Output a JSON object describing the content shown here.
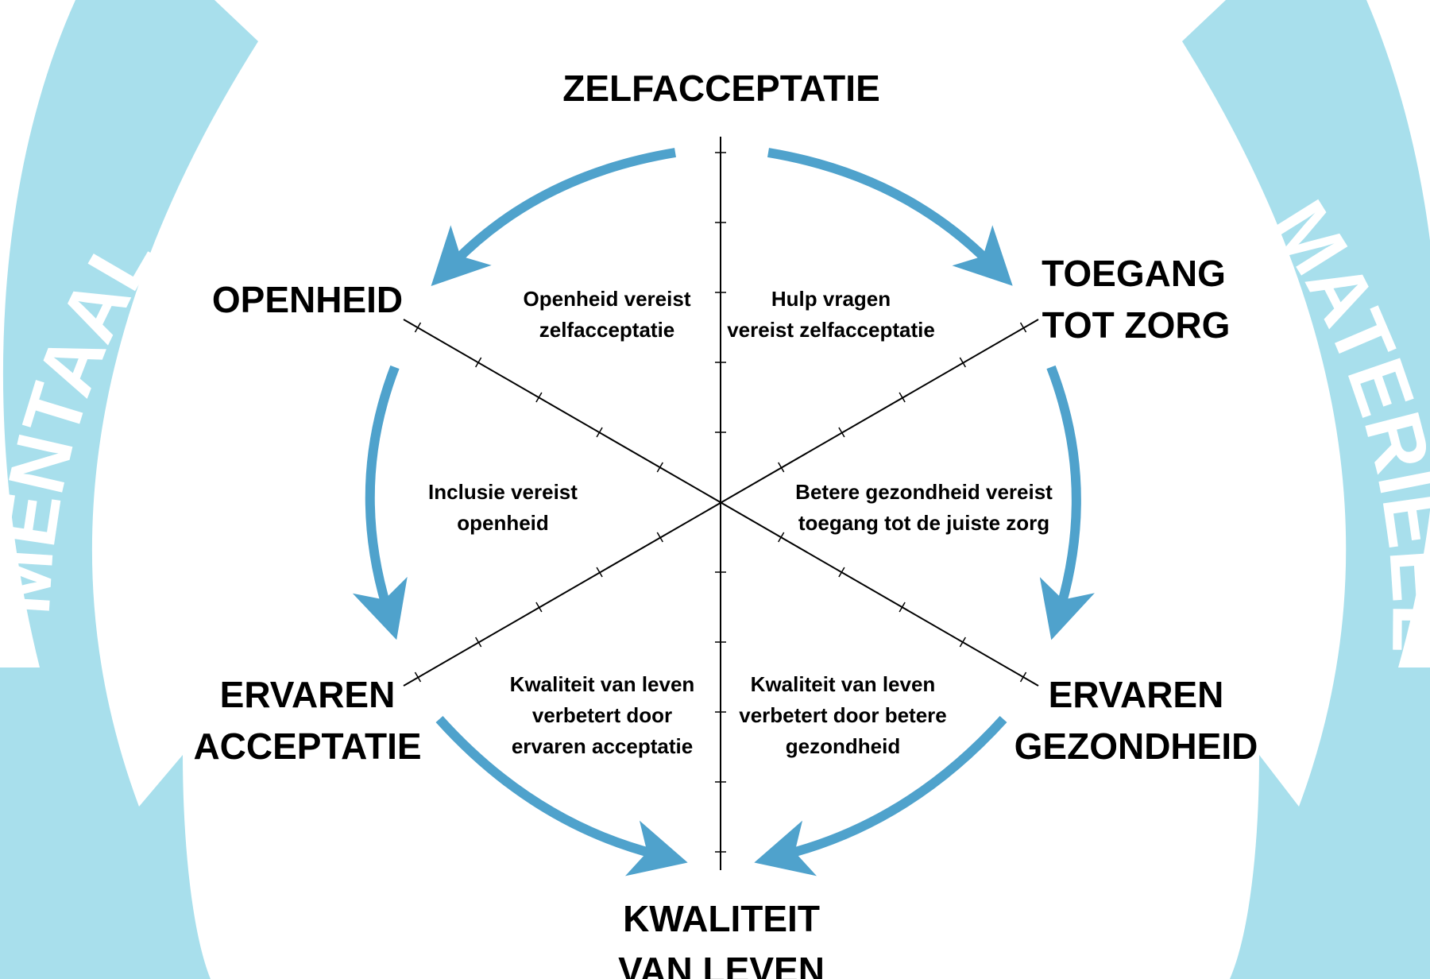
{
  "colors": {
    "outer_arrow": "#a8dfec",
    "inner_arrow": "#4fa2cc",
    "axis_line": "#000000",
    "text": "#000000",
    "background": "#ffffff"
  },
  "side_labels": {
    "left": "MENTAAL",
    "right": "MATERIEEL"
  },
  "nodes": {
    "top": {
      "line1": "ZELFACCEPTATIE"
    },
    "upper_left": {
      "line1": "OPENHEID"
    },
    "upper_right": {
      "line1": "TOEGANG",
      "line2": "TOT ZORG"
    },
    "lower_left": {
      "line1": "ERVAREN",
      "line2": "ACCEPTATIE"
    },
    "lower_right": {
      "line1": "ERVAREN",
      "line2": "GEZONDHEID"
    },
    "bottom": {
      "line1": "KWALITEIT",
      "line2": "VAN LEVEN"
    }
  },
  "edge_labels": {
    "top_left": {
      "line1": "Openheid vereist",
      "line2": "zelfacceptatie"
    },
    "top_right": {
      "line1": "Hulp vragen",
      "line2": "vereist zelfacceptatie"
    },
    "mid_left": {
      "line1": "Inclusie vereist",
      "line2": "openheid"
    },
    "mid_right": {
      "line1": "Betere gezondheid vereist",
      "line2": "toegang tot de juiste zorg"
    },
    "bottom_left": {
      "line1": "Kwaliteit van leven",
      "line2": "verbetert door",
      "line3": "ervaren acceptatie"
    },
    "bottom_right": {
      "line1": "Kwaliteit van leven",
      "line2": "verbetert door betere",
      "line3": "gezondheid"
    }
  }
}
